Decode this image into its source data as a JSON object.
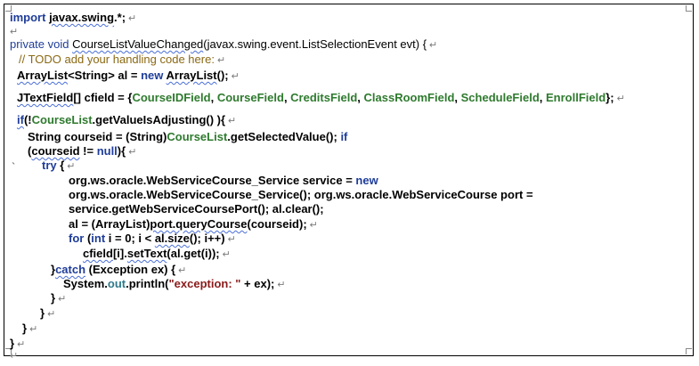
{
  "document": {
    "paragraph_mark": "↵",
    "lines": [
      [
        "import ",
        "javax.swing",
        ".*;"
      ],
      [
        "private void ",
        "CourseListValueChanged",
        "(javax.swing.event.ListSelectionEvent evt) {"
      ],
      [
        "// TODO add your handling code here:"
      ],
      [
        "ArrayList",
        "<String> al = ",
        "new",
        " ",
        "ArrayList",
        "();"
      ],
      [
        "JTextField",
        "[] cfield = {",
        "CourseIDField",
        ", ",
        "CourseField",
        ", ",
        "CreditsField",
        ", ",
        "ClassRoomField",
        ", ",
        "ScheduleField",
        ", ",
        "EnrollField",
        "};"
      ],
      [
        "if",
        "(!",
        "CourseList",
        ".getValueIsAdjusting() ){"
      ],
      [
        "String courseid = (String)",
        "CourseList",
        ".getSelectedValue(); ",
        "if"
      ],
      [
        "(",
        "courseid",
        " != ",
        "null",
        "){"
      ],
      [
        "`"
      ],
      [
        "try",
        " {"
      ],
      [
        "org.ws.oracle.WebServiceCourse_Service service = ",
        "new"
      ],
      [
        "org.ws.oracle.WebServiceCourse_Service(); org.ws.oracle.WebServiceCourse port ="
      ],
      [
        "service.getWebServiceCoursePort(); al.clear();"
      ],
      [
        "al = (ArrayList)",
        "port.queryCourse",
        "(courseid);"
      ],
      [
        "for",
        " (",
        "int",
        " i = 0; i < ",
        "al.size",
        "(); i++)"
      ],
      [
        "cfield",
        "[i].",
        "setText",
        "(al.get(i));"
      ],
      [
        "}",
        "catch",
        " (Exception ex) {"
      ],
      [
        "System.",
        "out",
        ".println(",
        "\"exception: \"",
        " + ex);"
      ],
      [
        "}"
      ],
      [
        "}"
      ],
      [
        "}"
      ],
      [
        "}"
      ]
    ]
  }
}
